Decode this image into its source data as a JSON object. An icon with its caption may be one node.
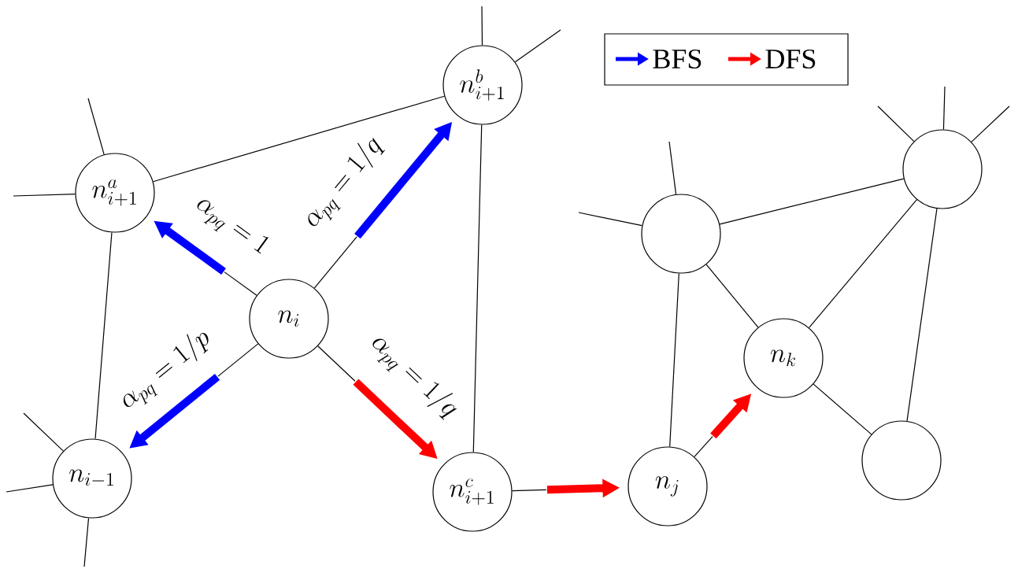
{
  "diagram": {
    "nodes": [
      {
        "text": [
          "n_{i}"
        ]
      },
      {
        "text": [
          "n_{i+1}^{a}"
        ]
      },
      {
        "text": [
          "n_{i+1}^{b}"
        ]
      },
      {
        "text": [
          "n_{i-1}"
        ]
      },
      {
        "text": [
          "n_{i+1}^{c}"
        ]
      },
      {
        "text": [
          "n_{j}"
        ]
      },
      {
        "text": [
          "n_{k}"
        ]
      },
      {
        "text": [],
        "shape": "circle"
      },
      {
        "text": [],
        "shape": "circle"
      },
      {
        "text": [],
        "shape": "circle"
      }
    ],
    "edges": [
      {
        "from": 0,
        "to": 1,
        "arrow": "to",
        "style": "thick",
        "color": "#0000ff",
        "label": "\\alpha_{pq} = 1"
      },
      {
        "from": 0,
        "to": 2,
        "arrow": "to",
        "style": "thick",
        "color": "#0000ff",
        "label": "\\alpha_{pq} = 1/q"
      },
      {
        "from": 0,
        "to": 3,
        "arrow": "to",
        "style": "thick",
        "color": "#0000ff",
        "label": "\\alpha_{pq} = 1/p"
      },
      {
        "from": 0,
        "to": 4,
        "arrow": "to",
        "style": "thick",
        "color": "#ff0000",
        "label": "\\alpha_{pq} = 1/q"
      },
      {
        "from": 4,
        "to": 5,
        "arrow": "to",
        "style": "thick",
        "color": "#ff0000"
      },
      {
        "from": 5,
        "to": 6,
        "arrow": "to",
        "style": "thick",
        "color": "#ff0000"
      },
      {
        "from": 1,
        "to": 2,
        "arrow": "none"
      },
      {
        "from": 1,
        "to": 3,
        "arrow": "none"
      },
      {
        "from": 2,
        "to": 4,
        "arrow": "none"
      },
      {
        "from": 5,
        "to": 7,
        "arrow": "none"
      },
      {
        "from": 6,
        "to": 7,
        "arrow": "none"
      },
      {
        "from": 7,
        "to": 8,
        "arrow": "none"
      },
      {
        "from": 6,
        "to": 8,
        "arrow": "none"
      },
      {
        "from": 8,
        "to": 9,
        "arrow": "none"
      },
      {
        "from": 6,
        "to": 9,
        "arrow": "none"
      },
      {
        "from": 1,
        "to": null,
        "arrow": "none"
      },
      {
        "from": 1,
        "to": null,
        "arrow": "none"
      },
      {
        "from": 2,
        "to": null,
        "arrow": "none"
      },
      {
        "from": 2,
        "to": null,
        "arrow": "none"
      },
      {
        "from": 3,
        "to": null,
        "arrow": "none"
      },
      {
        "from": 3,
        "to": null,
        "arrow": "none"
      },
      {
        "from": 3,
        "to": null,
        "arrow": "none"
      },
      {
        "from": 7,
        "to": null,
        "arrow": "none"
      },
      {
        "from": 7,
        "to": null,
        "arrow": "none"
      },
      {
        "from": 8,
        "to": null,
        "arrow": "none"
      },
      {
        "from": 8,
        "to": null,
        "arrow": "none"
      },
      {
        "from": 8,
        "to": null,
        "arrow": "none"
      }
    ],
    "legend": [
      {
        "text": "BFS",
        "color": "#0000ff"
      },
      {
        "text": "DFS",
        "color": "#ff0000"
      }
    ]
  }
}
